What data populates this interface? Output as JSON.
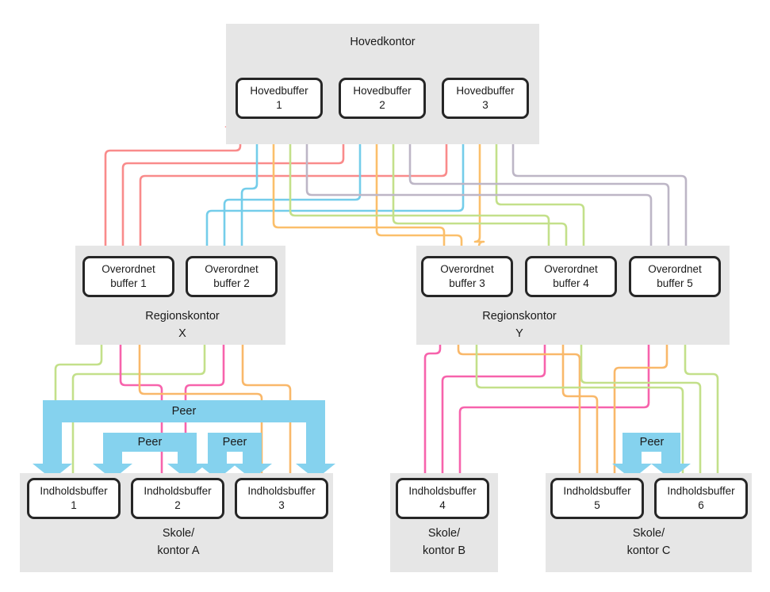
{
  "diagram": {
    "title_visible": false,
    "colors": {
      "panel_bg": "#e6e6e6",
      "node_border": "#262626",
      "node_bg": "#ffffff",
      "text": "#1a1a1a",
      "line_salmon": "#f98b8b",
      "line_blue": "#74cdea",
      "line_orange": "#fbbf6b",
      "line_green": "#c3e08a",
      "line_gray": "#bdb6c6",
      "line_magenta": "#f763ac",
      "line_orange_up": "#f9b86a",
      "line_green_up": "#c3e08a",
      "peer_blue": "#85d2ee"
    }
  },
  "tiers": {
    "head_office": {
      "panel_label": "Hovedkontor",
      "nodes": [
        {
          "name": "Hovedbuffer",
          "index": "1",
          "label": "Hovedbuffer\n1"
        },
        {
          "name": "Hovedbuffer",
          "index": "2",
          "label": "Hovedbuffer\n2"
        },
        {
          "name": "Hovedbuffer",
          "index": "3",
          "label": "Hovedbuffer\n3"
        }
      ]
    },
    "regional_offices": [
      {
        "panel_label": "Regionskontor\nX",
        "nodes": [
          {
            "label": "Overordnet\nbuffer 1"
          },
          {
            "label": "Overordnet\nbuffer 2"
          }
        ]
      },
      {
        "panel_label": "Regionskontor\nY",
        "nodes": [
          {
            "label": "Overordnet\nbuffer 3"
          },
          {
            "label": "Overordnet\nbuffer 4"
          },
          {
            "label": "Overordnet\nbuffer 5"
          }
        ]
      }
    ],
    "sites": [
      {
        "panel_label": "Skole/\nkontor A",
        "nodes": [
          {
            "label": "Indholdsbuffer\n1"
          },
          {
            "label": "Indholdsbuffer\n2"
          },
          {
            "label": "Indholdsbuffer\n3"
          }
        ]
      },
      {
        "panel_label": "Skole/\nkontor B",
        "nodes": [
          {
            "label": "Indholdsbuffer\n4"
          }
        ]
      },
      {
        "panel_label": "Skole/\nkontor C",
        "nodes": [
          {
            "label": "Indholdsbuffer\n5"
          },
          {
            "label": "Indholdsbuffer\n6"
          }
        ]
      }
    ]
  },
  "peer_links": [
    {
      "id": "peer-a-outer",
      "label": "Peer"
    },
    {
      "id": "peer-a-inner-left",
      "label": "Peer"
    },
    {
      "id": "peer-a-inner-right",
      "label": "Peer"
    },
    {
      "id": "peer-c",
      "label": "Peer"
    }
  ]
}
